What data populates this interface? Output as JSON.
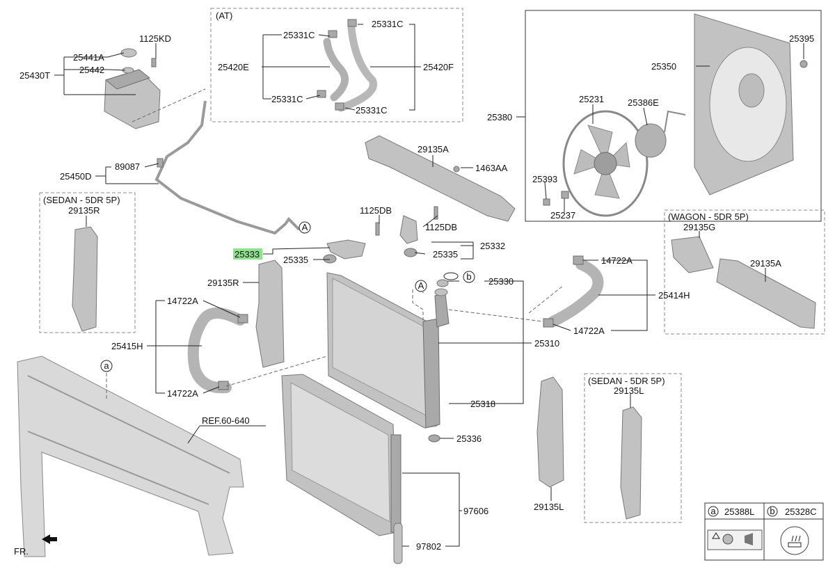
{
  "labels": {
    "p25430T": "25430T",
    "p25441A": "25441A",
    "p25442": "25442",
    "p1125KD": "1125KD",
    "p25450D": "25450D",
    "p89087": "89087",
    "at_title": "(AT)",
    "p25331C_a": "25331C",
    "p25331C_b": "25331C",
    "p25331C_c": "25331C",
    "p25331C_d": "25331C",
    "p25420E": "25420E",
    "p25420F": "25420F",
    "p29135A_top": "29135A",
    "p1463AA": "1463AA",
    "p1125DB_a": "1125DB",
    "p1125DB_b": "1125DB",
    "p25333": "25333",
    "p25335_a": "25335",
    "p25335_b": "25335",
    "p25332": "25332",
    "p25330": "25330",
    "p29135R_main": "29135R",
    "p14722A_a": "14722A",
    "p14722A_b": "14722A",
    "p14722A_c": "14722A",
    "p14722A_d": "14722A",
    "p25415H": "25415H",
    "p25414H": "25414H",
    "p25310": "25310",
    "p25318": "25318",
    "p25336": "25336",
    "p97606": "97606",
    "p97802": "97802",
    "p29135L_main": "29135L",
    "ref_60_640": "REF.60-640",
    "fr": "FR.",
    "sedan_r_title": "(SEDAN - 5DR 5P)",
    "p29135R_box": "29135R",
    "sedan_l_title": "(SEDAN - 5DR 5P)",
    "p29135L_box": "29135L",
    "wagon_title": "(WAGON - 5DR 5P)",
    "p29135G": "29135G",
    "p29135A_wagon": "29135A",
    "p25380": "25380",
    "p25350": "25350",
    "p25395": "25395",
    "p25231": "25231",
    "p25386E": "25386E",
    "p25393": "25393",
    "p25237": "25237",
    "callout_A1": "A",
    "callout_A2": "A",
    "callout_a": "a",
    "callout_b": "b"
  },
  "legend": {
    "a_letter": "a",
    "a_part": "25388L",
    "b_letter": "b",
    "b_part": "25328C"
  }
}
